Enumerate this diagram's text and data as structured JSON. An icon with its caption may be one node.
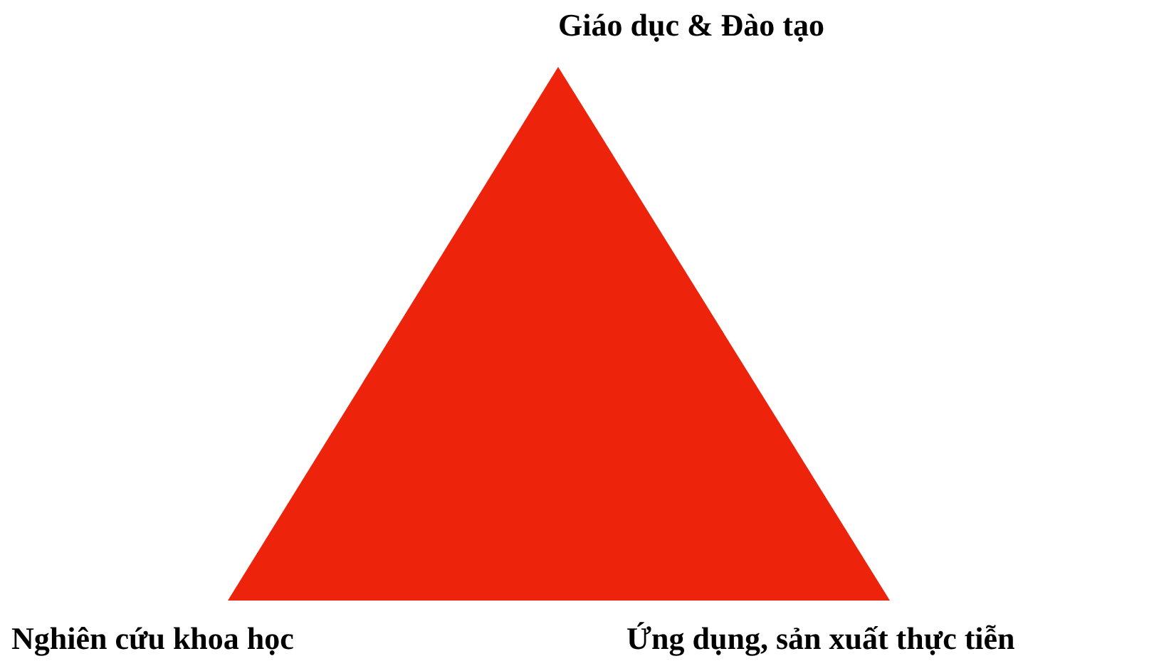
{
  "diagram": {
    "nodes": [
      {
        "text": [],
        "shape": "triangle",
        "beside": [
          "Giáo dục & Đào tạo",
          "Nghiên cứu khoa học",
          "Ứng dụng, sản xuất thực tiễn"
        ]
      }
    ]
  }
}
